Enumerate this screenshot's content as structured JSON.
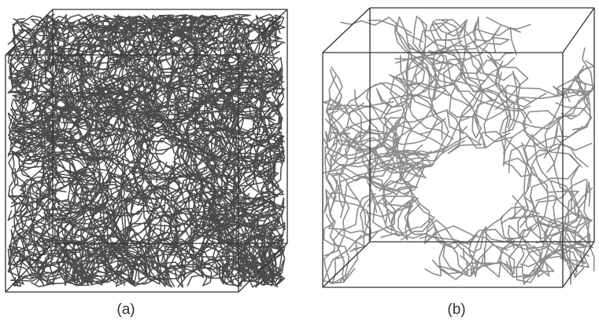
{
  "panels": [
    {
      "label": "(a)",
      "network_color": "#4a4a4a",
      "edge_color": "#333333",
      "density": "dense"
    },
    {
      "label": "(b)",
      "network_color": "#8c8c8c",
      "edge_color": "#333333",
      "density": "sparse"
    }
  ]
}
